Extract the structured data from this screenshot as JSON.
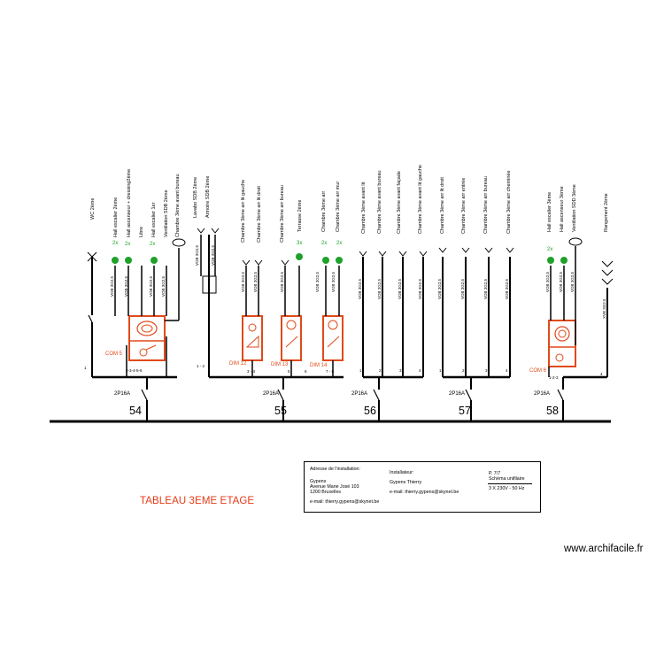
{
  "page_title": "TABLEAU 3EME ETAGE",
  "watermark": "www.archifacile.fr",
  "circuits": [
    {
      "number": "54",
      "breaker": "2P16A"
    },
    {
      "number": "55",
      "breaker": "2P16A"
    },
    {
      "number": "56",
      "breaker": "2P16A"
    },
    {
      "number": "57",
      "breaker": "2P16A"
    },
    {
      "number": "58",
      "breaker": "2P16A"
    }
  ],
  "point_labels": [
    "WC 2ème",
    "Hall escalier 2ème",
    "Hall ascenseur + dressing2ème",
    "Libre",
    "Hall escalier 1er",
    "Ventilation SDB 2ème",
    "Chambre 3ème avant bureau",
    "Lavabo SDB 2ème",
    "Armoire SDB 2ème",
    "Chambre 3ème arr lit gauche",
    "Chambre 3ème arr lit droit",
    "Chambre 3ème arr bureau",
    "Terrasse 2ème",
    "Chambre 3ème arr",
    "Chambre 3ème arr mur",
    "Chambre 3ème avant lit",
    "Chambre 3ème avant bureau",
    "Chambre 3ème avant façade",
    "Chambre 3ème avant lit gauche",
    "Chambre 3ème arr lit droit",
    "Chambre 3ème arr entrée",
    "Chambre 3ème arr bureau",
    "Chambre 3ème arr cheminée",
    "Hall escalier 3ème",
    "Hall ascenseur 3ème",
    "Ventilation SDD 3ème",
    "Rangement 2ème"
  ],
  "lamp_counts": [
    "2x",
    "2x",
    "2x",
    "3x",
    "2x",
    "2x",
    "2x"
  ],
  "cable_label": "VOB 3G2,5",
  "cable_label_xvb": "XVB 3G2.5",
  "switch_labels": {
    "com5": "COM 5",
    "com6": "COM 6",
    "dim12": "DIM 12",
    "dim13": "DIM 13",
    "dim14": "DIM 14"
  },
  "terminal_numbers": {
    "c54_left": "1",
    "c54_right": "2-3-4-5-6",
    "c55_left": "1 - 2",
    "c55_a": "3 - 4",
    "c55_b": "5",
    "c55_c": "6",
    "c55_d": "7 - 8",
    "c56": [
      "1",
      "2",
      "3",
      "4"
    ],
    "c57": [
      "1",
      "2",
      "3",
      "4"
    ],
    "c58_left": "1-2-3",
    "c58_right": "4"
  },
  "title_block": {
    "address_heading": "Adresse de l'installation:",
    "address_name": "Gypens",
    "address_street": "Avenue Marie José 103",
    "address_city": "1200 Bruxelles",
    "address_email": "e-mail: thierry.gypens@skynet.be",
    "installer_heading": "Installateur:",
    "installer_name": "Gypens Thierry",
    "installer_email": "e-mail: thierry.gypens@skynet.be",
    "page": "P. 7/7",
    "schema": "Schéma unifilaire",
    "voltage": "3 X 230V - 50 Hz"
  },
  "colors": {
    "line": "#000000",
    "accent_red": "#e04a1a",
    "lamp_green": "#1fa12a",
    "title_red": "#e63a17"
  }
}
